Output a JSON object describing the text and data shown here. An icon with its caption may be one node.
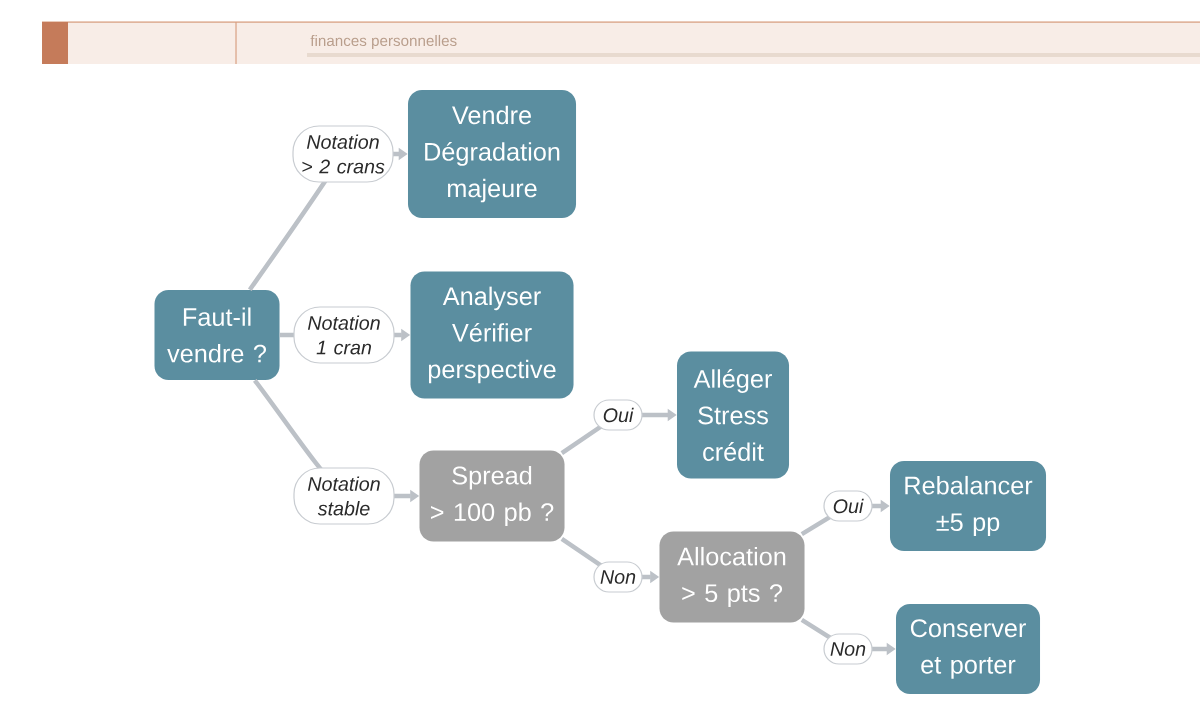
{
  "diagram": {
    "nodes": [
      {
        "text": [
          "Faut-il vendre ?"
        ]
      },
      {
        "text": [
          "Vendre",
          "Dégradation majeure"
        ]
      },
      {
        "text": [
          "Analyser",
          "Vérifier perspective"
        ]
      },
      {
        "text": [
          "Spread",
          "> 100 pb ?"
        ]
      },
      {
        "text": [
          "Alléger",
          "Stress crédit"
        ]
      },
      {
        "text": [
          "Allocation",
          "> 5 pts ?"
        ]
      },
      {
        "text": [
          "Rebalancer",
          "±5 pp"
        ]
      },
      {
        "text": [
          "Conserver et porter"
        ]
      }
    ],
    "edges": [
      {
        "from": 0,
        "to": 1,
        "arrow": "to",
        "label": "Notation > 2 crans"
      },
      {
        "from": 0,
        "to": 2,
        "arrow": "to",
        "label": "Notation 1 cran"
      },
      {
        "from": 0,
        "to": 3,
        "arrow": "to",
        "label": "Notation stable"
      },
      {
        "from": 3,
        "to": 4,
        "arrow": "to",
        "label": "Oui"
      },
      {
        "from": 3,
        "to": 5,
        "arrow": "to",
        "label": "Non"
      },
      {
        "from": 5,
        "to": 6,
        "arrow": "to",
        "label": "Oui"
      },
      {
        "from": 5,
        "to": 7,
        "arrow": "to",
        "label": "Non"
      }
    ],
    "labels": [
      "finances personnelles"
    ]
  }
}
